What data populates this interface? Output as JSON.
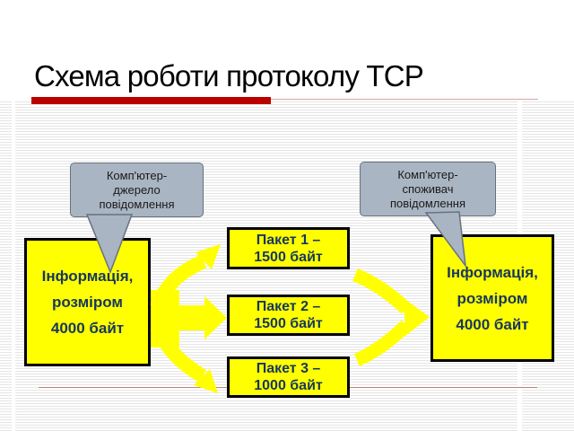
{
  "slide": {
    "title": "Схема роботи протоколу TCP"
  },
  "callouts": {
    "source": {
      "lines": [
        "Комп'ютер-",
        "джерело",
        "повідомлення"
      ]
    },
    "receiver": {
      "lines": [
        "Комп'ютер-",
        "споживач",
        "повідомлення"
      ]
    }
  },
  "boxes": {
    "source_info": {
      "lines": [
        "Інформація,",
        "розміром",
        "4000 байт"
      ]
    },
    "receiver_info": {
      "lines": [
        "Інформація,",
        "розміром",
        "4000 байт"
      ]
    },
    "packets": [
      {
        "title": "Пакет 1 –",
        "size": "1500 байт"
      },
      {
        "title": "Пакет 2 –",
        "size": "1500 байт"
      },
      {
        "title": "Пакет 3 –",
        "size": "1000 байт"
      }
    ]
  },
  "colors": {
    "accent_red": "#bb0000",
    "box_yellow": "#ffff00",
    "text_navy": "#17375e",
    "callout_fill": "#a9b5c2",
    "callout_border": "#67727e"
  }
}
